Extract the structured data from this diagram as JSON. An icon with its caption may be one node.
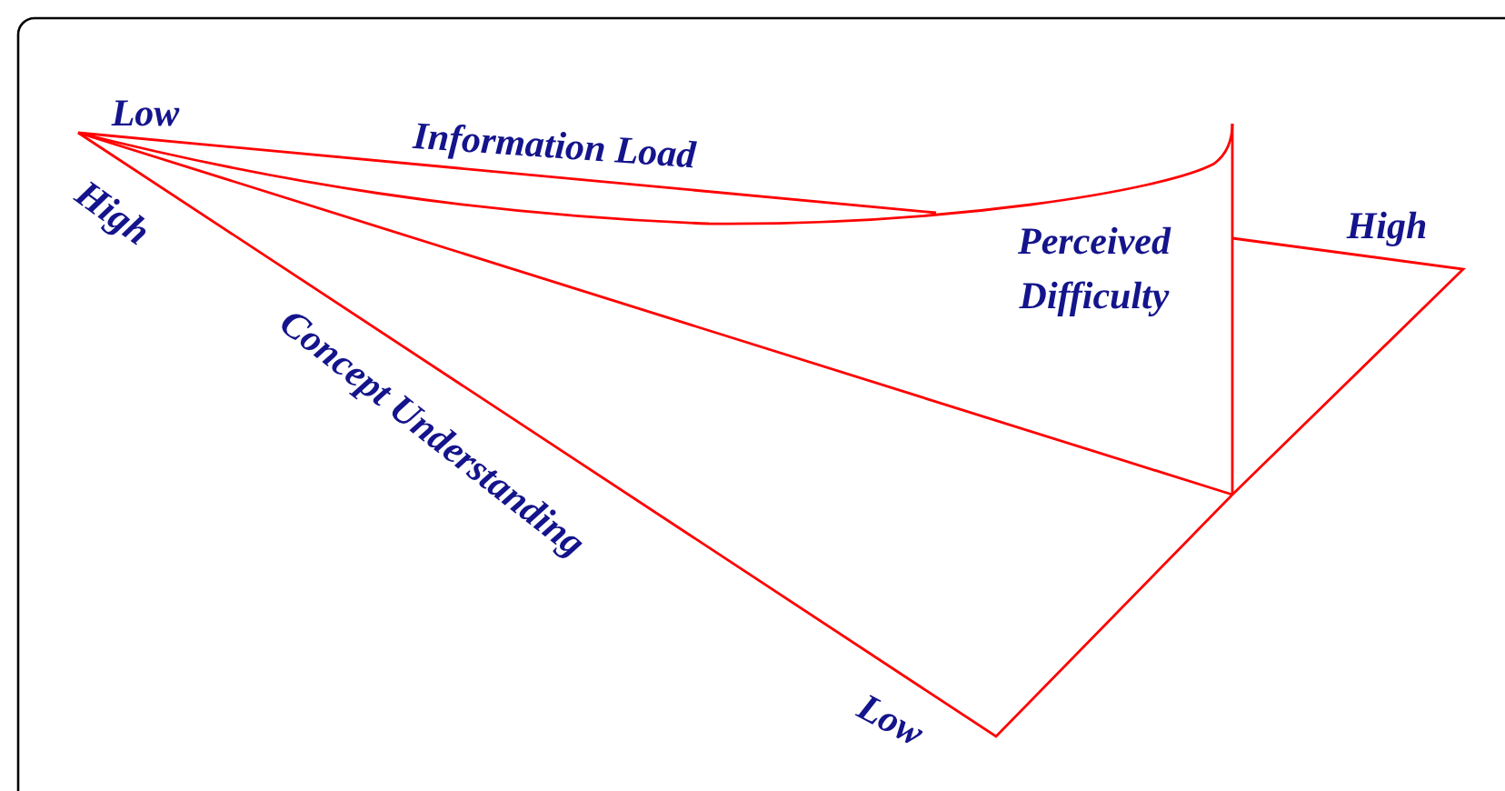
{
  "diagram": {
    "labels": [
      "Low",
      "Information Load",
      "High",
      "Concept Understanding",
      "Perceived Difficulty",
      "High",
      "Low"
    ]
  }
}
